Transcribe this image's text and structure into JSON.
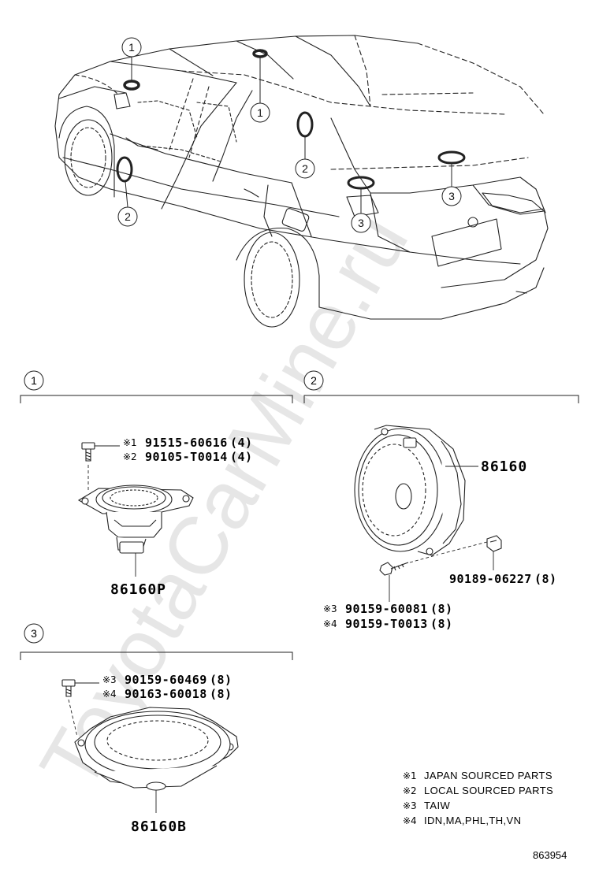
{
  "watermark": "ToyotaCarMine.ru",
  "callouts": [
    "1",
    "2",
    "3"
  ],
  "sections": {
    "s1": {
      "number": "1",
      "fasteners": [
        {
          "mark": "※1",
          "part": "91515-60616",
          "qty": "(4)"
        },
        {
          "mark": "※2",
          "part": "90105-T0014",
          "qty": "(4)"
        }
      ],
      "main_part": "86160P"
    },
    "s2": {
      "number": "2",
      "main_part": "86160",
      "clip": {
        "part": "90189-06227",
        "qty": "(8)"
      },
      "fasteners": [
        {
          "mark": "※3",
          "part": "90159-60081",
          "qty": "(8)"
        },
        {
          "mark": "※4",
          "part": "90159-T0013",
          "qty": "(8)"
        }
      ]
    },
    "s3": {
      "number": "3",
      "fasteners": [
        {
          "mark": "※3",
          "part": "90159-60469",
          "qty": "(8)"
        },
        {
          "mark": "※4",
          "part": "90163-60018",
          "qty": "(8)"
        }
      ],
      "main_part": "86160B"
    }
  },
  "legend": [
    {
      "mark": "※1",
      "text": "JAPAN SOURCED PARTS"
    },
    {
      "mark": "※2",
      "text": "LOCAL SOURCED PARTS"
    },
    {
      "mark": "※3",
      "text": "TAIW"
    },
    {
      "mark": "※4",
      "text": "IDN,MA,PHL,TH,VN"
    }
  ],
  "diagram_number": "863954"
}
